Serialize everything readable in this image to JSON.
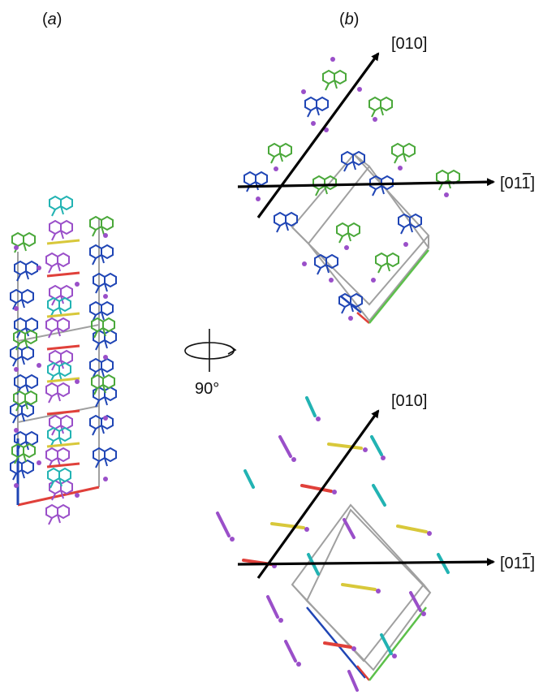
{
  "panels": {
    "a": {
      "open": "(",
      "letter": "a",
      "close": ")"
    },
    "b": {
      "open": "(",
      "letter": "b",
      "close": ")"
    }
  },
  "top_view": {
    "axis_010": "[010]",
    "axis_011bar_prefix": "[01",
    "axis_011bar_digit": "1",
    "axis_011bar_suffix": "]"
  },
  "rotation": {
    "angle": "90°",
    "icon": "rotation-arrow-icon"
  },
  "bottom_view": {
    "axis_010": "[010]",
    "axis_011bar_prefix": "[01",
    "axis_011bar_digit": "1",
    "axis_011bar_suffix": "]"
  },
  "colors": {
    "blue_molecule": "#1f45b5",
    "green_molecule": "#4aa83a",
    "purple_molecule": "#9a4fc9",
    "cyan_molecule": "#22b3b3",
    "yellow_bond": "#d8c83a",
    "red_bond": "#e0403a",
    "cell_edge": "#a0a0a0",
    "axis_a": "#e0403a",
    "axis_b": "#5cc04a",
    "axis_c": "#1f45b5"
  }
}
